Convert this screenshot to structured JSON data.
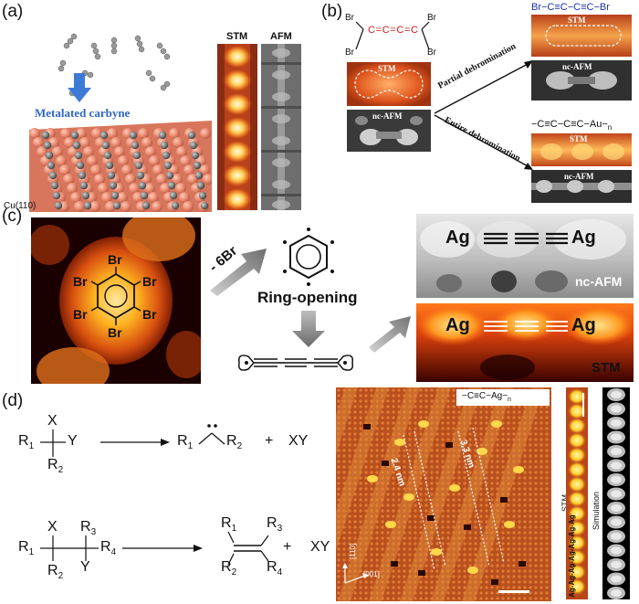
{
  "panels": {
    "a": {
      "label": "(a)",
      "arrow_label": "Metalated carbyne",
      "substrate": "Cu(110)",
      "col1": "STM",
      "col2": "AFM"
    },
    "b": {
      "label": "(b)",
      "br": "Br",
      "stm": "STM",
      "afm": "nc-AFM",
      "path1": "Partial debromination",
      "path2": "Entire debromination",
      "prod1": "Br−C≡C−C≡C−Br",
      "prod2": "−C≡C−C≡C−Au−",
      "prod2_sub": "n"
    },
    "c": {
      "label": "(c)",
      "br": "Br",
      "minus6br": "- 6Br",
      "ring_opening": "Ring-opening",
      "ag": "Ag",
      "afm": "nc-AFM",
      "stm": "STM"
    },
    "d": {
      "label": "(d)",
      "x": "X",
      "y": "Y",
      "r1": "R",
      "r2": "R",
      "r3": "R",
      "r4": "R",
      "sub1": "1",
      "sub2": "2",
      "sub3": "3",
      "sub4": "4",
      "plus": "+",
      "xy": "XY",
      "polymer": "−C≡C−Ag−",
      "polymer_sub": "n",
      "dist1": "2.4 nm",
      "dist2": "3.3 nm",
      "dir1": "[110]",
      "dir2": "[001]",
      "stm": "STM",
      "sim": "Simulation",
      "chain": "Ag-Ag-Ag-Ag-Ag-Ag-Ag"
    }
  }
}
